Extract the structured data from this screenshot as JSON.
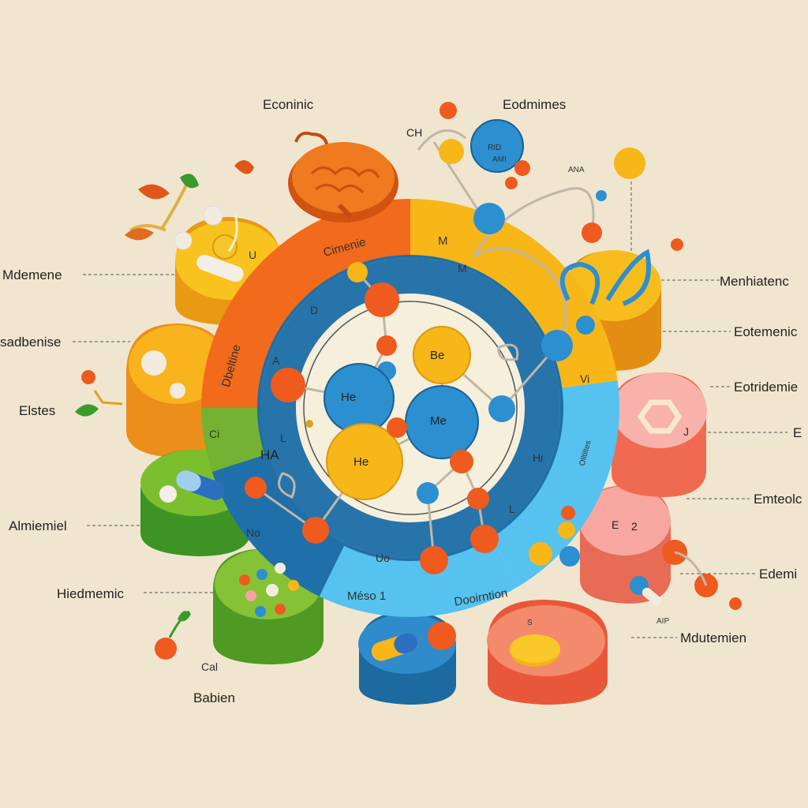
{
  "top_labels": {
    "left": "Econinic",
    "right": "Eodmimes"
  },
  "left_labels": [
    "Mdemene",
    "sadbenise",
    "Elstes",
    "Almiemiel",
    "Hiedmemic",
    "Cal",
    "Babien"
  ],
  "right_labels": [
    "Menhiatenc",
    "Eotemenic",
    "Eotridemie",
    "E",
    "Emteolc",
    "Edemi",
    "Mdutemien"
  ],
  "ring_labels": {
    "top_orange": "Cimenie",
    "top_yellow": "M",
    "left_orange": "Dbeltine",
    "blue_bottom_left": "Méso 1",
    "light_blue": "Dooirntion",
    "light_blue_side": "Olltiltes"
  },
  "inner_letters": [
    "D",
    "A",
    "L",
    "HA",
    "No",
    "Uo",
    "L",
    "Hi",
    "Vi",
    "Ci",
    "M",
    "U"
  ],
  "atom_labels": [
    "He",
    "Me",
    "Be",
    "He"
  ],
  "small_labels": [
    "CH",
    "RID",
    "AMI",
    "ANA",
    "E",
    "2",
    "S",
    "AIP",
    "J"
  ],
  "colors": {
    "background": "#f0e6cf",
    "orange": "#f26a1b",
    "yellow": "#f7b718",
    "blue": "#1f6fa8",
    "light_blue": "#56c2ef",
    "green": "#74b233",
    "pink": "#f5a3a0",
    "atom_blue": "#2c8fd0",
    "atom_orange": "#ef5a1f"
  }
}
